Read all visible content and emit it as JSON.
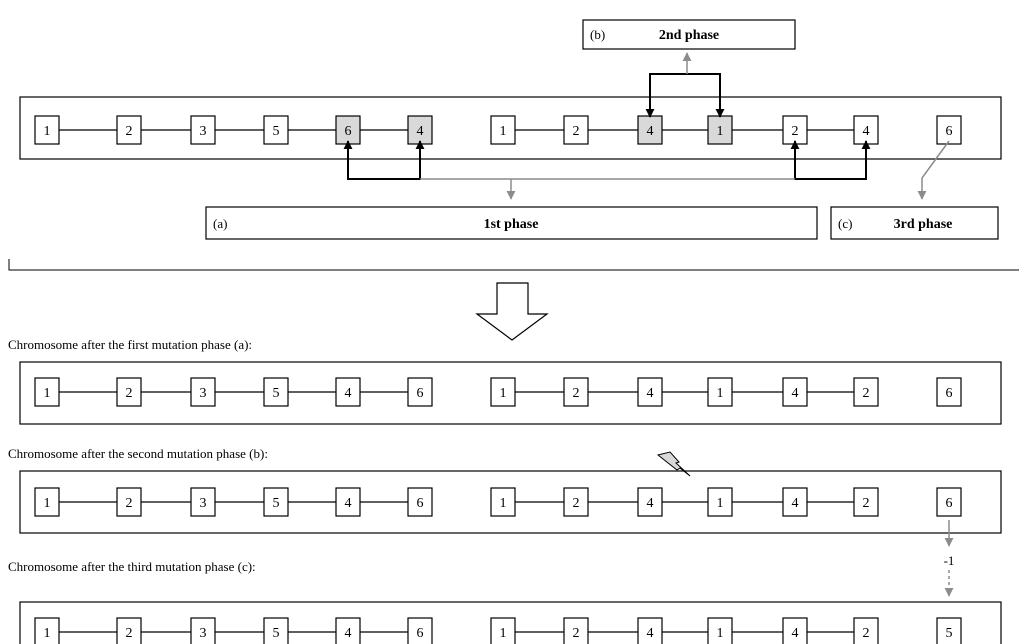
{
  "top": {
    "rows": [
      {
        "groups": [
          [
            {
              "v": "1"
            },
            {
              "v": "2"
            },
            {
              "v": "3"
            },
            {
              "v": "5"
            },
            {
              "v": "6",
              "hl": true
            },
            {
              "v": "4",
              "hl": true
            }
          ],
          [
            {
              "v": "1"
            },
            {
              "v": "2"
            },
            {
              "v": "4",
              "hl": true
            },
            {
              "v": "1",
              "hl": true
            },
            {
              "v": "2"
            },
            {
              "v": "4"
            }
          ],
          [
            {
              "v": "6"
            }
          ]
        ]
      }
    ]
  },
  "phases": {
    "a": {
      "label": "(a)",
      "title": "1st phase"
    },
    "b": {
      "label": "(b)",
      "title": "2nd phase"
    },
    "c": {
      "label": "(c)",
      "title": "3rd phase"
    }
  },
  "results": [
    {
      "caption": "Chromosome after the first mutation phase (a):",
      "groups": [
        [
          "1",
          "2",
          "3",
          "5",
          "4",
          "6"
        ],
        [
          "1",
          "2",
          "4",
          "1",
          "4",
          "2"
        ],
        [
          "6"
        ]
      ]
    },
    {
      "caption": "Chromosome after the second mutation phase (b):",
      "groups": [
        [
          "1",
          "2",
          "3",
          "5",
          "4",
          "6"
        ],
        [
          "1",
          "2",
          "4",
          "1",
          "4",
          "2"
        ],
        [
          "6"
        ]
      ]
    },
    {
      "caption": "Chromosome after the third mutation phase (c):",
      "groups": [
        [
          "1",
          "2",
          "3",
          "5",
          "4",
          "6"
        ],
        [
          "1",
          "2",
          "4",
          "1",
          "4",
          "2"
        ],
        [
          "5"
        ]
      ]
    }
  ],
  "decrement_label": "-1",
  "colors": {
    "highlight": "#d9d9d9",
    "gray_arrow": "#8c8c8c",
    "black": "#000000"
  },
  "icons": {
    "arrow": "down-arrow-outline-icon",
    "mutation": "lightning-bolt-icon"
  }
}
